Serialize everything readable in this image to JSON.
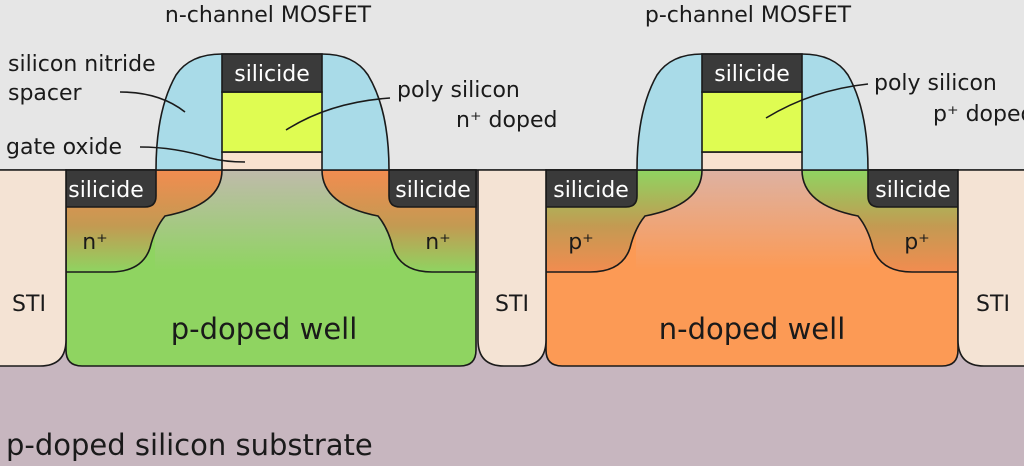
{
  "transistors": {
    "n_channel": {
      "title": "n-channel MOSFET",
      "gate_silicide": "silicide",
      "poly_label": "poly silicon",
      "poly_doping": "n⁺ doped",
      "spacer_label_line1": "silicon nitride",
      "spacer_label_line2": "spacer",
      "gate_oxide_label": "gate oxide",
      "source_silicide": "silicide",
      "drain_silicide": "silicide",
      "source_region": "n⁺",
      "drain_region": "n⁺",
      "well_label": "p-doped well"
    },
    "p_channel": {
      "title": "p-channel MOSFET",
      "gate_silicide": "silicide",
      "poly_label": "poly silicon",
      "poly_doping": "p⁺ doped",
      "source_silicide": "silicide",
      "drain_silicide": "silicide",
      "source_region": "p⁺",
      "drain_region": "p⁺",
      "well_label": "n-doped well"
    }
  },
  "isolation": {
    "sti_left": "STI",
    "sti_middle": "STI",
    "sti_right": "STI"
  },
  "substrate_label": "p-doped silicon substrate",
  "colors": {
    "background": "#e6e6e6",
    "substrate": "#c7b6bf",
    "sti": "#f4e3d4",
    "p_doped": "#8fd461",
    "n_doped": "#fc9a55",
    "spacer": "#a9dbe8",
    "poly": "#dffc52",
    "gate_oxide": "#f8e1cf",
    "silicide": "#3a3a3a"
  }
}
